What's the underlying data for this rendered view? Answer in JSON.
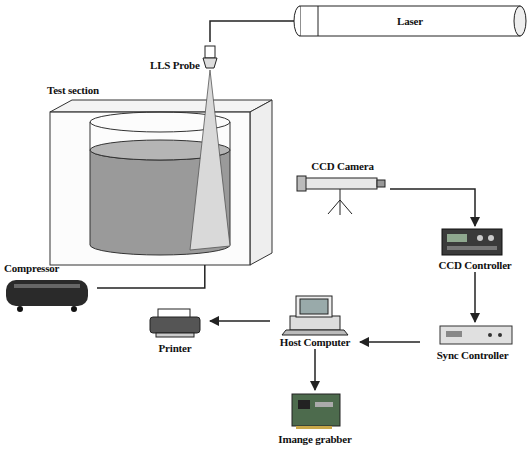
{
  "diagram": {
    "nodes": [
      {
        "text": [
          "Laser"
        ]
      },
      {
        "text": [
          "LLS Probe"
        ]
      },
      {
        "text": [
          "Test section"
        ]
      },
      {
        "text": [
          "CCD Camera"
        ]
      },
      {
        "text": [
          "Compressor"
        ]
      },
      {
        "text": [
          "CCD Controller"
        ]
      },
      {
        "text": [
          "Printer"
        ]
      },
      {
        "text": [
          "Host Computer"
        ]
      },
      {
        "text": [
          "Sync Controller"
        ]
      },
      {
        "text": [
          "Imange grabber"
        ]
      }
    ],
    "edges": [
      {
        "from": 0,
        "to": 1,
        "arrow": "none"
      },
      {
        "from": 4,
        "to": 2,
        "arrow": "none"
      },
      {
        "from": 3,
        "to": 5,
        "arrow": "to"
      },
      {
        "from": 5,
        "to": 8,
        "arrow": "to"
      },
      {
        "from": 8,
        "to": 7,
        "arrow": "to"
      },
      {
        "from": 7,
        "to": 6,
        "arrow": "to"
      },
      {
        "from": 7,
        "to": 9,
        "arrow": "to"
      }
    ]
  }
}
